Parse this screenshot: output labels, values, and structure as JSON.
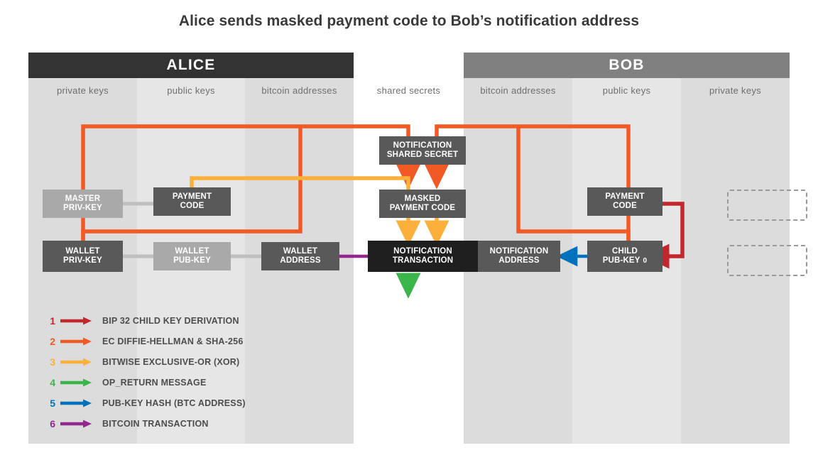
{
  "title": "Alice sends masked payment code to Bob’s notification address",
  "headers": [
    {
      "name": "alice",
      "label": "ALICE",
      "color": "#333333"
    },
    {
      "name": "bob",
      "label": "BOB",
      "color": "#808080"
    }
  ],
  "columns": [
    {
      "name": "alice-private-keys",
      "label": "private keys",
      "bg": "#dcdcdc"
    },
    {
      "name": "alice-public-keys",
      "label": "public keys",
      "bg": "#e6e6e6"
    },
    {
      "name": "alice-bitcoin-addresses",
      "label": "bitcoin addresses",
      "bg": "#dcdcdc"
    },
    {
      "name": "shared-secrets",
      "label": "shared secrets",
      "bg": "#ffffff"
    },
    {
      "name": "bob-bitcoin-addresses",
      "label": "bitcoin addresses",
      "bg": "#dcdcdc"
    },
    {
      "name": "bob-public-keys",
      "label": "public keys",
      "bg": "#e6e6e6"
    },
    {
      "name": "bob-private-keys",
      "label": "private keys",
      "bg": "#dcdcdc"
    }
  ],
  "nodes": [
    {
      "name": "master-priv-key",
      "line1": "MASTER",
      "line2": "PRIV-KEY",
      "style": "mute"
    },
    {
      "name": "alice-payment-code",
      "line1": "PAYMENT",
      "line2": "CODE",
      "style": "dark"
    },
    {
      "name": "wallet-priv-key",
      "line1": "WALLET",
      "line2": "PRIV-KEY",
      "style": "dark"
    },
    {
      "name": "wallet-pub-key",
      "line1": "WALLET",
      "line2": "PUB-KEY",
      "style": "mute"
    },
    {
      "name": "wallet-address",
      "line1": "WALLET",
      "line2": "ADDRESS",
      "style": "dark"
    },
    {
      "name": "notification-shared-secret",
      "line1": "NOTIFICATION",
      "line2": "SHARED SECRET",
      "style": "dark"
    },
    {
      "name": "masked-payment-code",
      "line1": "MASKED",
      "line2": "PAYMENT CODE",
      "style": "dark"
    },
    {
      "name": "notification-transaction",
      "line1": "NOTIFICATION",
      "line2": "TRANSACTION",
      "style": "black"
    },
    {
      "name": "notification-address",
      "line1": "NOTIFICATION",
      "line2": "ADDRESS",
      "style": "dark"
    },
    {
      "name": "bob-payment-code",
      "line1": "PAYMENT",
      "line2": "CODE",
      "style": "dark"
    },
    {
      "name": "child-pub-key-0",
      "line1": "CHILD",
      "line2": "PUB-KEY",
      "sub": "0",
      "style": "dark"
    }
  ],
  "legend": [
    {
      "num": "1",
      "label": "BIP 32 CHILD KEY DERIVATION",
      "color": "#c1272d"
    },
    {
      "num": "2",
      "label": "EC DIFFIE-HELLMAN & SHA-256",
      "color": "#f15a24"
    },
    {
      "num": "3",
      "label": "BITWISE EXCLUSIVE-OR (XOR)",
      "color": "#fbb03b"
    },
    {
      "num": "4",
      "label": "OP_RETURN MESSAGE",
      "color": "#39b54a"
    },
    {
      "num": "5",
      "label": "PUB-KEY HASH (BTC ADDRESS)",
      "color": "#0071bc"
    },
    {
      "num": "6",
      "label": "BITCOIN TRANSACTION",
      "color": "#92278f"
    }
  ],
  "palette": {
    "red": "#c1272d",
    "orange": "#f15a24",
    "yellow": "#fbb03b",
    "green": "#39b54a",
    "blue": "#0071bc",
    "purple": "#92278f",
    "grey_wire": "#bfbfbf"
  }
}
